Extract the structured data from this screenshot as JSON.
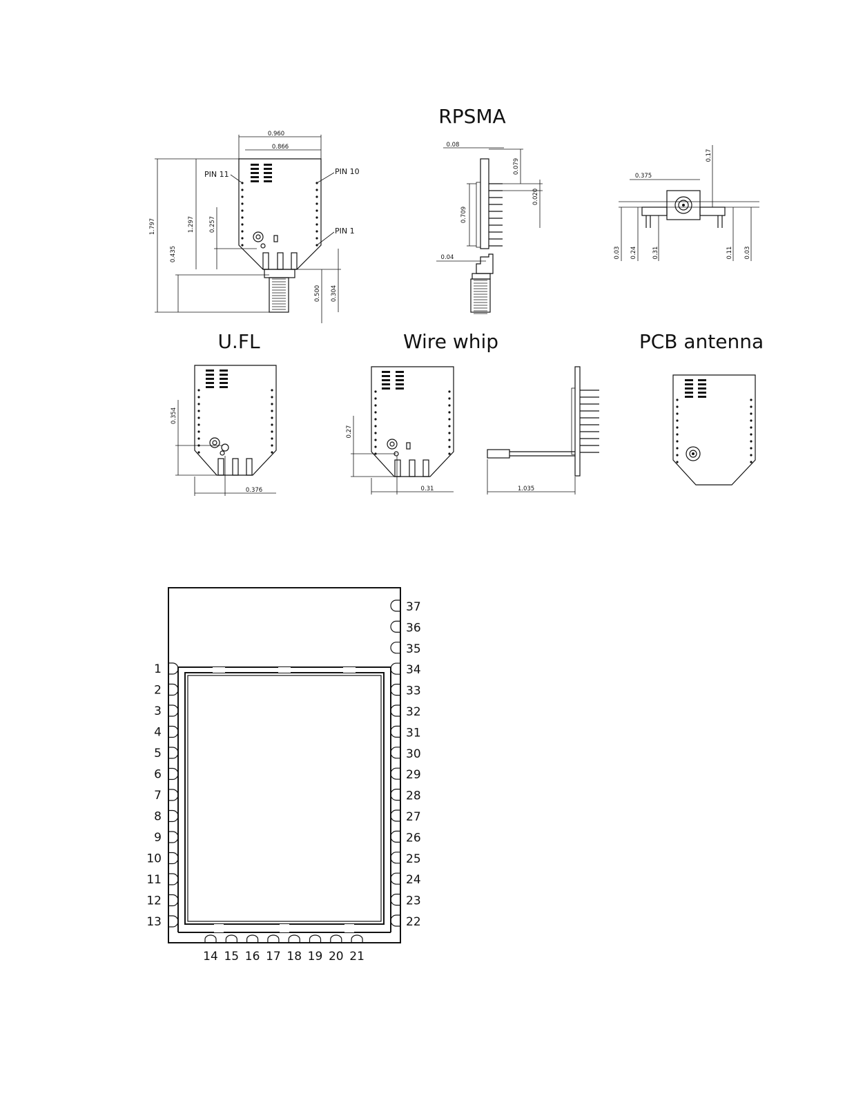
{
  "titles": {
    "rpsma": "RPSMA",
    "ufl": "U.FL",
    "wire_whip": "Wire whip",
    "pcb_antenna": "PCB antenna"
  },
  "rpsma_front": {
    "pin11": "PIN 11",
    "pin10": "PIN 10",
    "pin1": "PIN 1",
    "width_outer": "0.960",
    "width_inner": "0.866",
    "height_total": "1.797",
    "height_body": "1.297",
    "h_0435": "0.435",
    "h_0257": "0.257",
    "h_0500": "0.500",
    "h_0304": "0.304"
  },
  "rpsma_side": {
    "d_008": "0.08",
    "d_0079": "0.079",
    "d_0020": "0.020",
    "d_0709": "0.709",
    "d_004": "0.04"
  },
  "rpsma_top": {
    "d_0375": "0.375",
    "d_017": "0.17",
    "d_003a": "0.03",
    "d_024": "0.24",
    "d_031": "0.31",
    "d_011": "0.11",
    "d_003b": "0.03"
  },
  "ufl": {
    "d_0354": "0.354",
    "d_0376": "0.376"
  },
  "wire_whip": {
    "d_027": "0.27",
    "d_031": "0.31",
    "d_1035": "1.035"
  },
  "footprint": {
    "left_pins": [
      "1",
      "2",
      "3",
      "4",
      "5",
      "6",
      "7",
      "8",
      "9",
      "10",
      "11",
      "12",
      "13"
    ],
    "right_pins": [
      "37",
      "36",
      "35",
      "34",
      "33",
      "32",
      "31",
      "30",
      "29",
      "28",
      "27",
      "26",
      "25",
      "24",
      "23",
      "22"
    ],
    "bottom_pins": [
      "14",
      "15",
      "16",
      "17",
      "18",
      "19",
      "20",
      "21"
    ]
  }
}
